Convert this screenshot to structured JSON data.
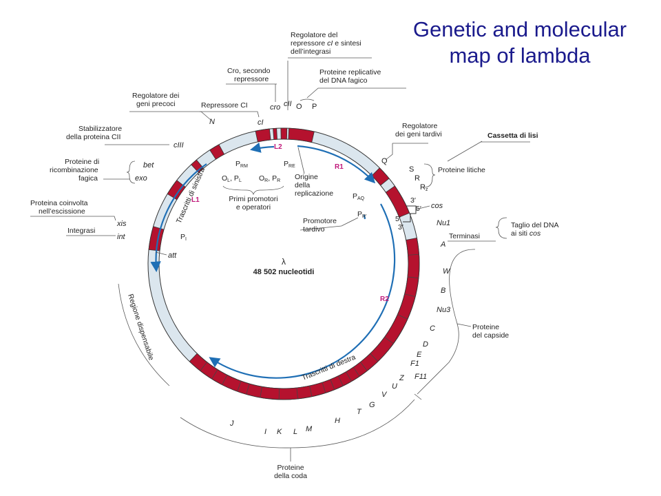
{
  "title": {
    "line1": "Genetic and molecular",
    "line2": "map of lambda"
  },
  "center": {
    "symbol": "λ",
    "size_label": "48 502 nucleotidi"
  },
  "colors": {
    "gene_red": "#b5122e",
    "ring_fill": "#dbe6ee",
    "arrow_blue": "#1f6fb5",
    "title_blue": "#1a1a8c",
    "label_magenta": "#c0187a"
  },
  "genes": {
    "cI": "cI",
    "cro": "cro",
    "cII": "cII",
    "O": "O",
    "P": "P",
    "N": "N",
    "cIII": "cIII",
    "bet": "bet",
    "exo": "exo",
    "xis": "xis",
    "int": "int",
    "att": "att",
    "Q": "Q",
    "S": "S",
    "R": "R",
    "Rz": "R",
    "Rz_sub": "z",
    "cos": "cos",
    "Nu1": "Nu1",
    "A": "A",
    "W": "W",
    "B": "B",
    "Nu3": "Nu3",
    "C": "C",
    "D": "D",
    "E": "E",
    "F1": "F1",
    "F11": "F11",
    "Z": "Z",
    "U": "U",
    "V": "V",
    "G": "G",
    "T": "T",
    "H": "H",
    "M": "M",
    "L": "L",
    "K": "K",
    "I": "I",
    "J": "J"
  },
  "ends": {
    "three_prime_a": "3′",
    "five_prime_a": "5′",
    "five_prime_b": "5′",
    "three_prime_b": "3′"
  },
  "promoters": {
    "PRM": "P",
    "PRM_sub": "RM",
    "PRE": "P",
    "PRE_sub": "RE",
    "PAQ": "P",
    "PAQ_sub": "AQ",
    "PR2": "P",
    "PR2_sub": "R′",
    "PI": "P",
    "PI_sub": "I",
    "OL": "O",
    "OL_sub": "L",
    "PL": "P",
    "PL_sub": "L",
    "OR": "O",
    "OR_sub": "R",
    "PR": "P",
    "PR_sub": "R"
  },
  "transcripts": {
    "L1": "L1",
    "L2": "L2",
    "R1": "R1",
    "R2": "R2",
    "left": "Trascritti di sinistra",
    "right": "Trascritti di destra"
  },
  "annotations": {
    "regolatore_cII_1": "Regolatore del",
    "regolatore_cII_2": "repressore",
    "regolatore_cII_3": "cI",
    "regolatore_cII_4": "e sintesi",
    "regolatore_cII_5": "dell’integrasi",
    "cro_1": "Cro, secondo",
    "cro_2": "repressore",
    "prot_repl_1": "Proteine replicative",
    "prot_repl_2": "del DNA fagico",
    "reg_precoci_1": "Regolatore dei",
    "reg_precoci_2": "geni precoci",
    "repressore_cI": "Repressore CI",
    "stab_1": "Stabilizzatore",
    "stab_2": "della proteina CII",
    "ricomb_1": "Proteine di",
    "ricomb_2": "ricombinazione",
    "ricomb_3": "fagica",
    "escissione_1": "Proteina coinvolta",
    "escissione_2": "nell’escissione",
    "integrasi": "Integrasi",
    "reg_tardivi_1": "Regolatore",
    "reg_tardivi_2": "dei geni tardivi",
    "cassetta": "Cassetta di lisi",
    "litiche": "Proteine litiche",
    "taglio_1": "Taglio del DNA",
    "taglio_2": "ai siti",
    "taglio_3": "cos",
    "terminasi": "Terminasi",
    "capside_1": "Proteine",
    "capside_2": "del capside",
    "coda_1": "Proteine",
    "coda_2": "della coda",
    "dispensabile": "Regione dispensabile",
    "primi_1": "Primi promotori",
    "primi_2": "e operatori",
    "origine_1": "Origine",
    "origine_2": "della",
    "origine_3": "replicazione",
    "tardivo_1": "Promotore",
    "tardivo_2": "tardivo"
  }
}
